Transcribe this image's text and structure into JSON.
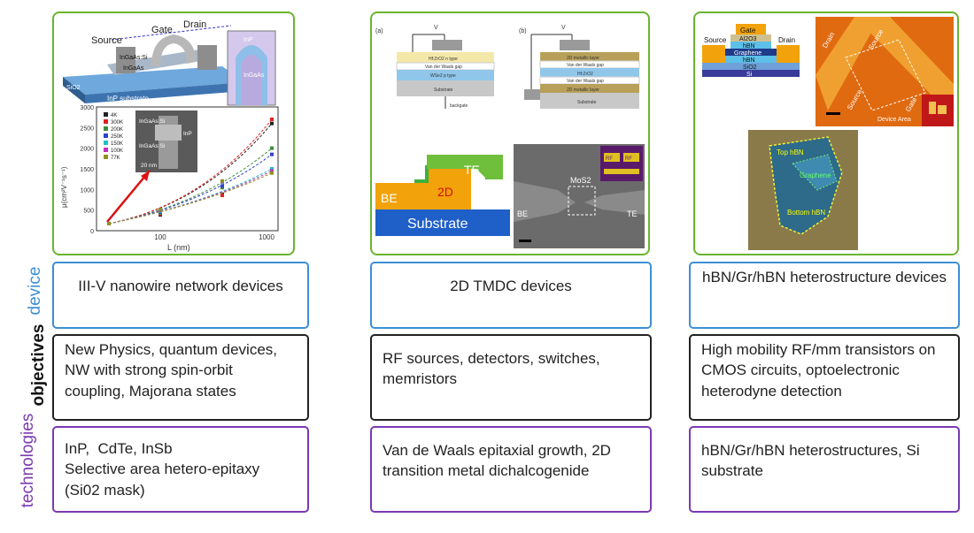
{
  "side_labels": {
    "device": "device",
    "technologies": "technologies",
    "objectives": "objectives"
  },
  "columns": [
    {
      "device": "III-V nanowire network devices",
      "objectives": "New Physics, quantum devices, NW with strong spin-orbit coupling, Majorana states",
      "technologies_lines": [
        "InP,  CdTe, InSb",
        "Selective area hetero-epitaxy",
        "(Si02 mask)"
      ]
    },
    {
      "device": "2D TMDC devices",
      "objectives": "RF sources, detectors, switches, memristors",
      "technologies": "Van de Waals epitaxial growth, 2D transition metal dichalcogenide"
    },
    {
      "device": "hBN/Gr/hBN heterostructure devices",
      "objectives": "High mobility RF/mm transistors on CMOS circuits, optoelectronic heterodyne detection",
      "technologies": "hBN/Gr/hBN heterostructures, Si substrate"
    }
  ],
  "figure1": {
    "schematic_labels": [
      "Source",
      "Gate",
      "Drain",
      "InGaAs:Si",
      "InGaAs",
      "SiO2",
      "InP substrate",
      "InP",
      "InGaAs"
    ],
    "plot": {
      "ylabel": "μ(cm²V⁻¹s⁻¹)",
      "xlabel": "L (nm)",
      "y_ticks": [
        "0",
        "500",
        "1000",
        "1500",
        "2000",
        "2500",
        "3000"
      ],
      "x_ticks": [
        "100",
        "1000"
      ],
      "legend": [
        "4K",
        "300K",
        "200K",
        "250K",
        "150K",
        "100K",
        "77K"
      ],
      "inset_labels": [
        "InGaAs:Si",
        "InP",
        "InGaAs:Si",
        "20 nm"
      ],
      "colors": [
        "#222222",
        "#e02020",
        "#3a8f3a",
        "#3040c8",
        "#20c0c0",
        "#c030c0",
        "#909020"
      ]
    }
  },
  "figure2": {
    "panel_a": {
      "tag": "(a)",
      "vlabel": "V",
      "layers": [
        "Hf:ZrO2 n type",
        "Van der Waals gap",
        "WSe2 p type",
        "Substrate"
      ],
      "bottom": "backgate"
    },
    "panel_b": {
      "tag": "(b)",
      "vlabel": "V",
      "layers": [
        "2D metallic layer",
        "Van der Waals gap",
        "Hf:ZrO2",
        "Van der Waals gap",
        "2D metallic layer",
        "Substrate"
      ]
    },
    "te": "TE",
    "be": "BE",
    "twod": "2D",
    "substrate": "Substrate",
    "sem": [
      "MoS2",
      "BE",
      "TE",
      "RF",
      "RF"
    ]
  },
  "figure3": {
    "stack": [
      "Gate",
      "Al2O3",
      "hBN",
      "Graphene",
      "hBN",
      "SiO2",
      "Si"
    ],
    "source": "Source",
    "drain": "Drain",
    "optical": [
      "Drain",
      "Source",
      "Source",
      "Gate",
      "Device Area"
    ],
    "flake": [
      "Top hBN",
      "Graphene",
      "Bottom hBN"
    ]
  }
}
